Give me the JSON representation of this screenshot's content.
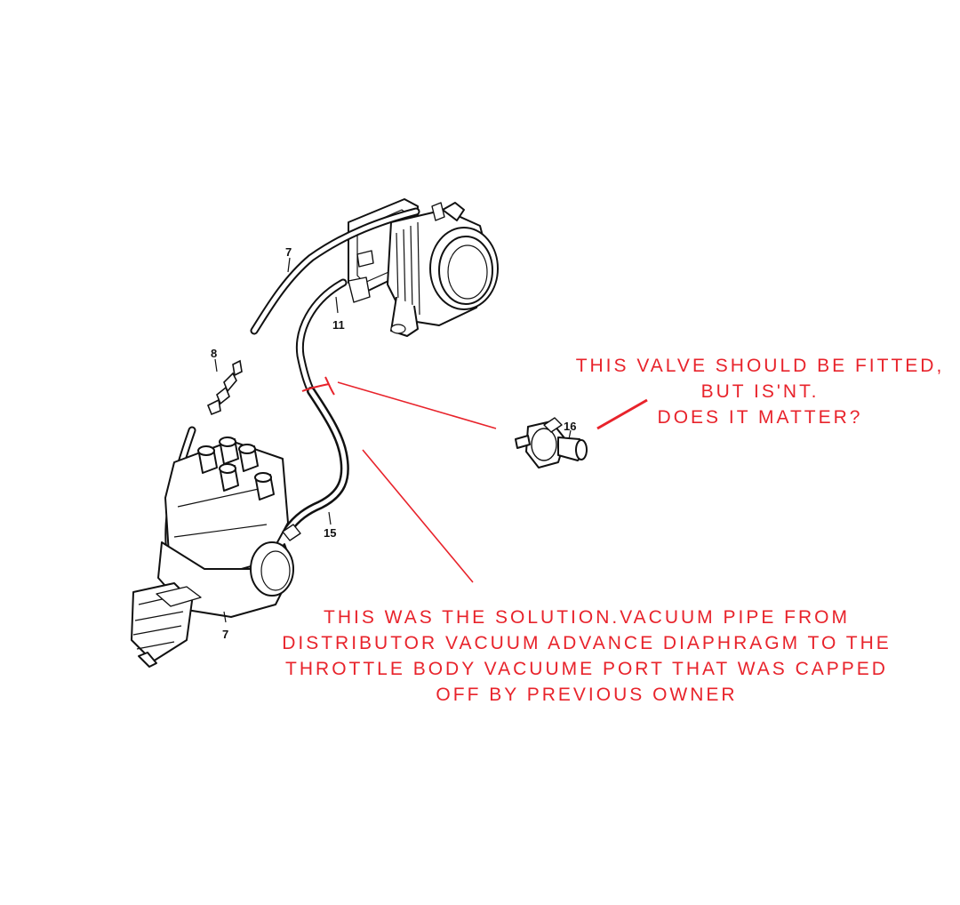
{
  "callouts": {
    "c7_top": "7",
    "c8": "8",
    "c11": "11",
    "c15": "15",
    "c16": "16",
    "c7_bottom": "7"
  },
  "annotations": {
    "valve_note": [
      "THIS VALVE SHOULD BE FITTED,",
      "BUT IS'NT.",
      "DOES IT MATTER?"
    ],
    "solution_note": [
      "THIS WAS THE SOLUTION.VACUUM PIPE FROM",
      "DISTRIBUTOR VACUUM ADVANCE DIAPHRAGM TO THE",
      "THROTTLE BODY VACUUME PORT THAT WAS CAPPED",
      "OFF BY PREVIOUS OWNER"
    ]
  },
  "colors": {
    "annotation": "#e8232b",
    "line_art": "#111111"
  }
}
